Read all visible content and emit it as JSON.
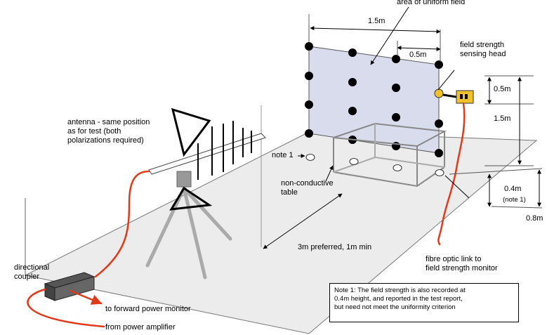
{
  "labels": {
    "area_uniform": "area of uniform field",
    "dim_1_5m_top": "1.5m",
    "dim_0_5m_top": "0.5m",
    "sensing_head_1": "field strength",
    "sensing_head_2": "sensing head",
    "dim_0_5m_right": "0.5m",
    "dim_1_5m_right": "1.5m",
    "antenna_1": "antenna - same position",
    "antenna_2": "as for test (both",
    "antenna_3": "polarizations required)",
    "note1_marker": "note 1",
    "table_1": "non-conductive",
    "table_2": "table",
    "dim_0_4m": "0.4m",
    "dim_0_4m_note": "(note 1)",
    "dim_0_8m": "0.8m",
    "distance": "3m preferred, 1m min",
    "fibre_1": "fibre optic link to",
    "fibre_2": "field strength monitor",
    "coupler_1": "directional",
    "coupler_2": "coupler",
    "forward_power": "to forward power monitor",
    "from_amp": "from power amplifier"
  },
  "note_box": {
    "line1": "Note 1: The field strength is also recorded at",
    "line2": "0.4m height, and reported in the test report,",
    "line3": "but need not meet the uniformity criterion"
  },
  "colors": {
    "cable": "#e03a1a",
    "field_area": "#d9dcec",
    "floor": "#ececec",
    "sensor": "#f2c12e"
  }
}
